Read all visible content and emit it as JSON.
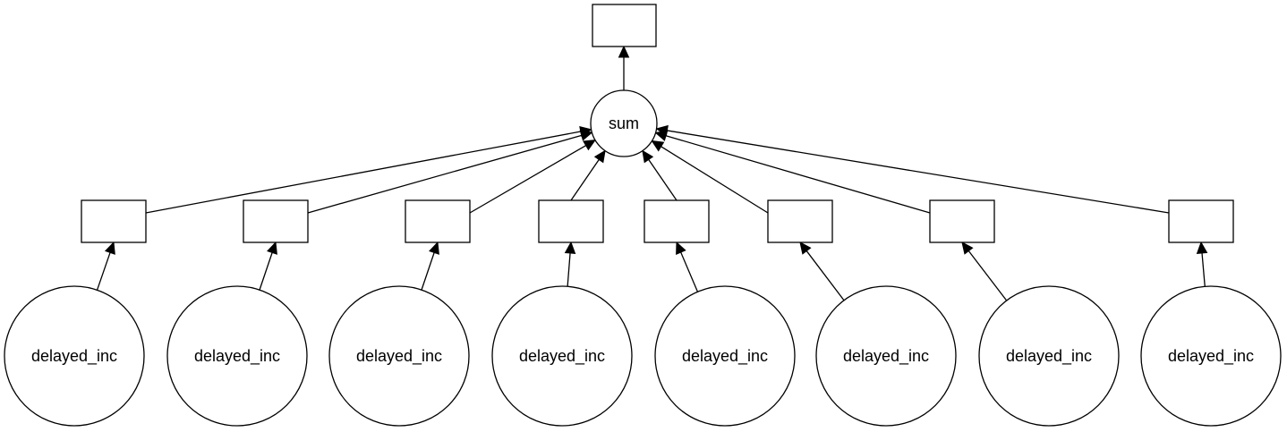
{
  "graph": {
    "sum_node": {
      "label": "sum"
    },
    "output_node": {
      "label": ""
    },
    "intermediate_nodes": [
      {
        "label": ""
      },
      {
        "label": ""
      },
      {
        "label": ""
      },
      {
        "label": ""
      },
      {
        "label": ""
      },
      {
        "label": ""
      },
      {
        "label": ""
      },
      {
        "label": ""
      }
    ],
    "input_nodes": [
      {
        "label": "delayed_inc"
      },
      {
        "label": "delayed_inc"
      },
      {
        "label": "delayed_inc"
      },
      {
        "label": "delayed_inc"
      },
      {
        "label": "delayed_inc"
      },
      {
        "label": "delayed_inc"
      },
      {
        "label": "delayed_inc"
      },
      {
        "label": "delayed_inc"
      }
    ]
  }
}
